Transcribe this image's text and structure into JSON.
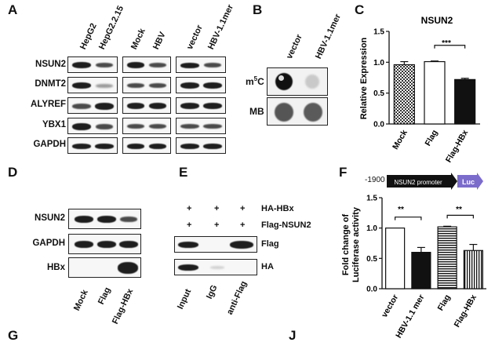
{
  "panels": {
    "A": {
      "letter": "A",
      "groups": [
        {
          "lanes": [
            "HepG2",
            "HepG2.2.15"
          ]
        },
        {
          "lanes": [
            "Mock",
            "HBV"
          ]
        },
        {
          "lanes": [
            "vector",
            "HBV-1.1mer"
          ]
        }
      ],
      "rows": [
        "NSUN2",
        "DNMT2",
        "ALYREF",
        "YBX1",
        "GAPDH"
      ]
    },
    "B": {
      "letter": "B",
      "lanes": [
        "vector",
        "HBV-1.1mer"
      ],
      "rows": [
        "m5C",
        "MB"
      ],
      "m5c_base": "m",
      "m5c_sup": "5",
      "m5c_tail": "C"
    },
    "C": {
      "letter": "C",
      "significance": "***"
    },
    "D": {
      "letter": "D",
      "rows": [
        "NSUN2",
        "GAPDH",
        "HBx"
      ],
      "lanes": [
        "Mock",
        "Flag",
        "Flag-HBx"
      ]
    },
    "E": {
      "letter": "E",
      "conditions": [
        {
          "label": "HA-HBx",
          "signs": [
            "+",
            "+",
            "+"
          ]
        },
        {
          "label": "Flag-NSUN2",
          "signs": [
            "+",
            "+",
            "+"
          ]
        }
      ],
      "rows": [
        "Flag",
        "HA"
      ],
      "lanes": [
        "Input",
        "IgG",
        "anti-Flag"
      ]
    },
    "F": {
      "letter": "F",
      "promoter_position": "-1900",
      "promoter_label": "NSUN2 promoter",
      "reporter_label": "Luc",
      "sig_left": "**",
      "sig_right": "**"
    },
    "G": {
      "letter": "G"
    },
    "J": {
      "letter": "J"
    }
  },
  "chart_data": [
    {
      "type": "bar",
      "title": "NSUN2",
      "ylabel": "Relative Expression",
      "categories": [
        "Mock",
        "Flag",
        "Flag-HBx"
      ],
      "values": [
        0.96,
        1.01,
        0.72
      ],
      "errors": [
        0.05,
        0.01,
        0.02
      ],
      "ylim": [
        0,
        1.5
      ],
      "yticks": [
        0.0,
        0.5,
        1.0,
        1.5
      ],
      "fills": [
        "checker",
        "white",
        "black"
      ],
      "significance": [
        {
          "between": [
            "Flag",
            "Flag-HBx"
          ],
          "label": "***"
        }
      ]
    },
    {
      "type": "bar",
      "title": "",
      "ylabel": "Fold change of Luciferase activity",
      "ylabel_lines": [
        "Fold change of",
        "Luciferase activity"
      ],
      "categories": [
        "vector",
        "HBV-1.1 mer",
        "Flag",
        "Flag-HBx"
      ],
      "values": [
        1.0,
        0.6,
        1.02,
        0.63
      ],
      "errors": [
        0.0,
        0.08,
        0.01,
        0.1
      ],
      "ylim": [
        0,
        1.5
      ],
      "yticks": [
        0.0,
        0.5,
        1.0,
        1.5
      ],
      "fills": [
        "white",
        "black",
        "hlines",
        "vlines"
      ],
      "significance": [
        {
          "between": [
            "vector",
            "HBV-1.1 mer"
          ],
          "label": "**"
        },
        {
          "between": [
            "Flag",
            "Flag-HBx"
          ],
          "label": "**"
        }
      ]
    }
  ]
}
